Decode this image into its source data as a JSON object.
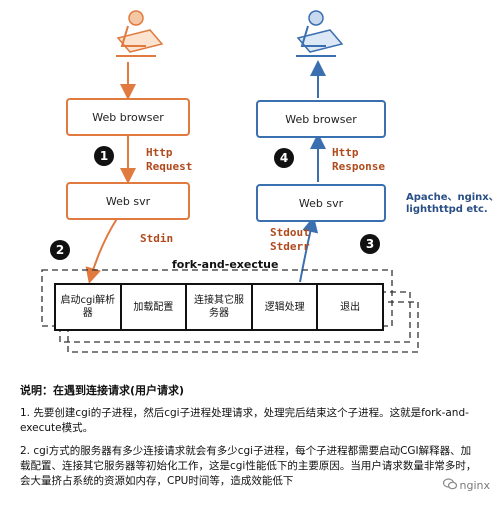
{
  "diagram": {
    "left_browser": "Web browser",
    "right_browser": "Web browser",
    "left_server": "Web svr",
    "right_server": "Web svr",
    "http_request": [
      "Http",
      "Request"
    ],
    "http_response": [
      "Http",
      "Response"
    ],
    "stdin": "Stdin",
    "stdout_stderr": [
      "Stdout",
      "Stderr"
    ],
    "side_note": [
      "Apache、nginx、",
      "lighthttpd etc."
    ],
    "step_numbers": [
      "1",
      "2",
      "3",
      "4"
    ],
    "fork_title": "fork-and-exectue",
    "steps": [
      "启动cgi解析器",
      "加载配置",
      "连接其它服务器",
      "逻辑处理",
      "退出"
    ]
  },
  "notes": {
    "title": "说明：在遇到连接请求(用户请求)",
    "p1": "1. 先要创建cgi的子进程，然后cgi子进程处理请求，处理完后结束这个子进程。这就是fork-and-execute模式。",
    "p2": "2. cgi方式的服务器有多少连接请求就会有多少cgi子进程，每个子进程都需要启动CGI解释器、加载配置、连接其它服务器等初始化工作，这是cgi性能低下的主要原因。当用户请求数量非常多时，会大量挤占系统的资源如内存，CPU时间等，造成效能低下"
  },
  "watermark": "nginx"
}
